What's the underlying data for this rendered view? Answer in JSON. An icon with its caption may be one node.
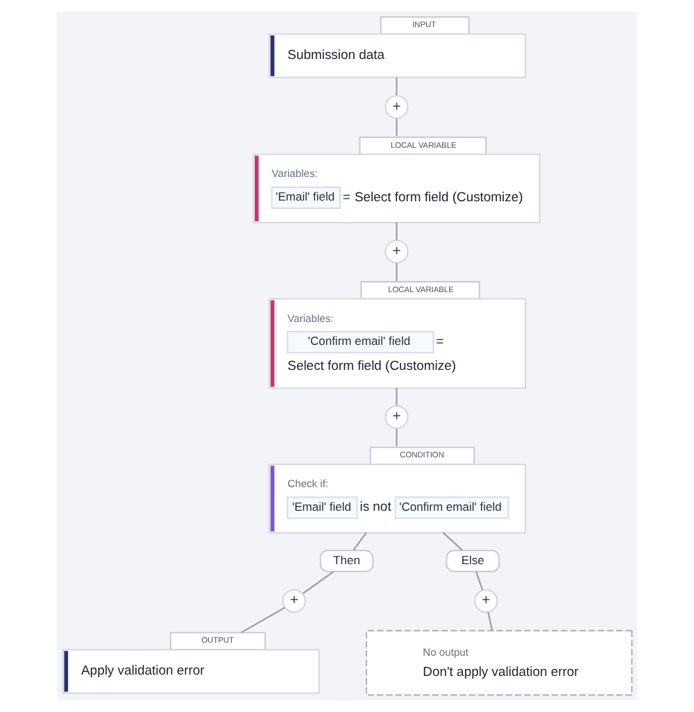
{
  "diagram": {
    "nodes": [
      {
        "text": [
          "INPUT",
          "Submission data"
        ]
      },
      {
        "text": [
          "+"
        ]
      },
      {
        "text": [
          "LOCAL VARIABLE",
          "Variables:",
          "'Email' field",
          "=",
          "Select form field (Customize)"
        ]
      },
      {
        "text": [
          "+"
        ]
      },
      {
        "text": [
          "LOCAL VARIABLE",
          "Variables:",
          "'Confirm email' field",
          "=",
          "Select form field (Customize)"
        ]
      },
      {
        "text": [
          "+"
        ]
      },
      {
        "text": [
          "CONDITION",
          "Check if:",
          "'Email' field",
          "is not",
          "'Confirm email' field"
        ]
      },
      {
        "text": [
          "Then"
        ]
      },
      {
        "text": [
          "Else"
        ]
      },
      {
        "text": [
          "+"
        ]
      },
      {
        "text": [
          "+"
        ]
      },
      {
        "text": [
          "OUTPUT",
          "Apply validation error"
        ]
      },
      {
        "text": [
          "No output",
          "Don't apply validation error"
        ]
      }
    ],
    "edges": [
      {
        "from": 0,
        "to": 1,
        "arrow": "none"
      },
      {
        "from": 1,
        "to": 2,
        "arrow": "none"
      },
      {
        "from": 2,
        "to": 3,
        "arrow": "none"
      },
      {
        "from": 3,
        "to": 4,
        "arrow": "none"
      },
      {
        "from": 4,
        "to": 5,
        "arrow": "none"
      },
      {
        "from": 5,
        "to": 6,
        "arrow": "none"
      },
      {
        "from": 6,
        "to": 7,
        "arrow": "none"
      },
      {
        "from": 6,
        "to": 8,
        "arrow": "none"
      },
      {
        "from": 7,
        "to": 9,
        "arrow": "none"
      },
      {
        "from": 8,
        "to": 10,
        "arrow": "none"
      },
      {
        "from": 9,
        "to": 11,
        "arrow": "none"
      },
      {
        "from": 10,
        "to": 12,
        "arrow": "none"
      }
    ]
  }
}
